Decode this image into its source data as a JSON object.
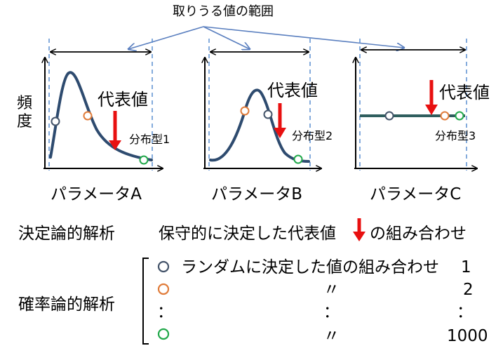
{
  "title": "取りうる値の範囲",
  "y_axis_label": "頻度",
  "panels": [
    {
      "param_label": "パラメータA",
      "rep_label": "代表値",
      "dist_label": "分布型1"
    },
    {
      "param_label": "パラメータB",
      "rep_label": "代表値",
      "dist_label": "分布型2"
    },
    {
      "param_label": "パラメータC",
      "rep_label": "代表値",
      "dist_label": "分布型3"
    }
  ],
  "deterministic": {
    "label": "決定論的解析",
    "desc_before": "保守的に決定した代表値",
    "desc_after": "の組み合わせ"
  },
  "probabilistic": {
    "label": "確率論的解析",
    "rows": [
      {
        "text": "ランダムに決定した値の組み合わせ",
        "num": "1"
      },
      {
        "ditto": "〃",
        "num": "2"
      },
      {
        "ditto": "：",
        "num": "："
      },
      {
        "ditto": "〃",
        "num": "1000"
      }
    ],
    "extra_dot": "："
  },
  "colors": {
    "curve": "#2e4b6f",
    "flat_line": "#2f5e5e",
    "navy_marker": "#44546a",
    "orange_marker": "#e07b39",
    "green_marker": "#21a84a",
    "red_arrow": "#e81010",
    "range_dash": "#5b8fd1",
    "pointer": "#5a7fbf"
  }
}
